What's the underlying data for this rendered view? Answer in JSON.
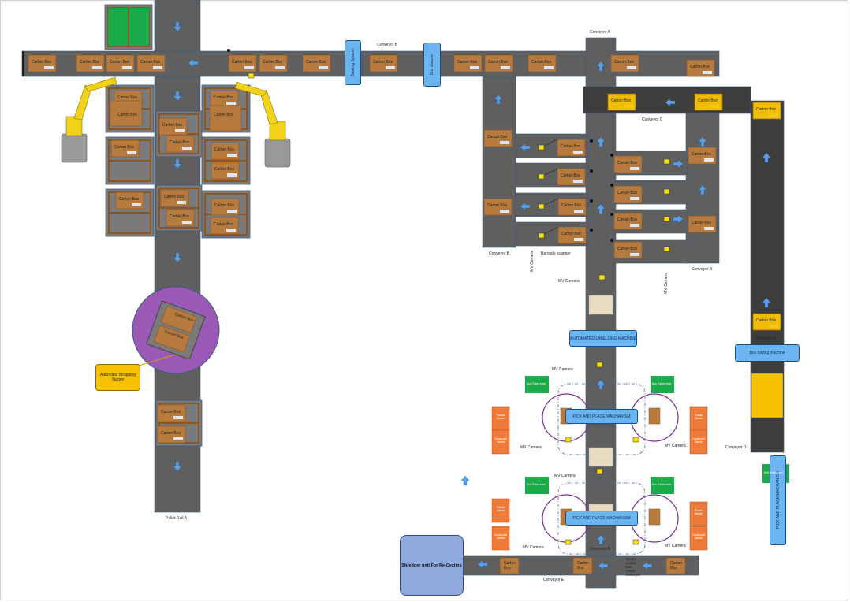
{
  "labels": {
    "carton_box": "Carton Box",
    "carton_box_two_line": [
      "Carton",
      "Box"
    ],
    "conveyor_a": "Conveyor A",
    "conveyor_b": "Conveyor B",
    "conveyor_c": "Conveyor C",
    "conveyor_d": "Conveyor D",
    "conveyor_e": "Conveyor E",
    "pallet_rail_a": "Pallet Rail A",
    "mv_camera": "MV Camera",
    "barcode_scanner": "Barcode scanner",
    "sealing_system": "Sealing System",
    "box_closure": "Box closure",
    "automatic_labelling": "AUTOMATED LABELLING MACHINE",
    "box_folding": "Box folding machine",
    "pick_place": "PICK AND PLACE MACHANISM",
    "automatic_wrapping": "Automatic Wrapping Station",
    "shredder": "Shredder unit For Re-Cycling",
    "box_pallet_area": "Box Pallet Area",
    "plastic_waste": "Plastic Waste",
    "cardboard_waste": "Cardboard Waste",
    "empty_return": "Empty carton box return conveyor",
    "roll_pallet": "Roll Pallet Area"
  },
  "colors": {
    "conveyor": "#5f5f5f",
    "conveyor_dark": "#3e3e3e",
    "carton": "#b77a3e",
    "carton_dark": "#8a5624",
    "arrow": "#5aa0e6",
    "label_box": "#6ab4f0",
    "yellow": "#f7c300",
    "green": "#1aaa4a",
    "orange_waste": "#ee7b3a",
    "wrap_circle": "#9b59b6",
    "shredder": "#8faadc",
    "robot": "#f2d11a"
  },
  "icons": [
    "arrow-up-icon",
    "arrow-down-icon",
    "arrow-left-icon",
    "arrow-right-icon",
    "camera-icon",
    "robot-arm-icon",
    "pallet-icon"
  ]
}
